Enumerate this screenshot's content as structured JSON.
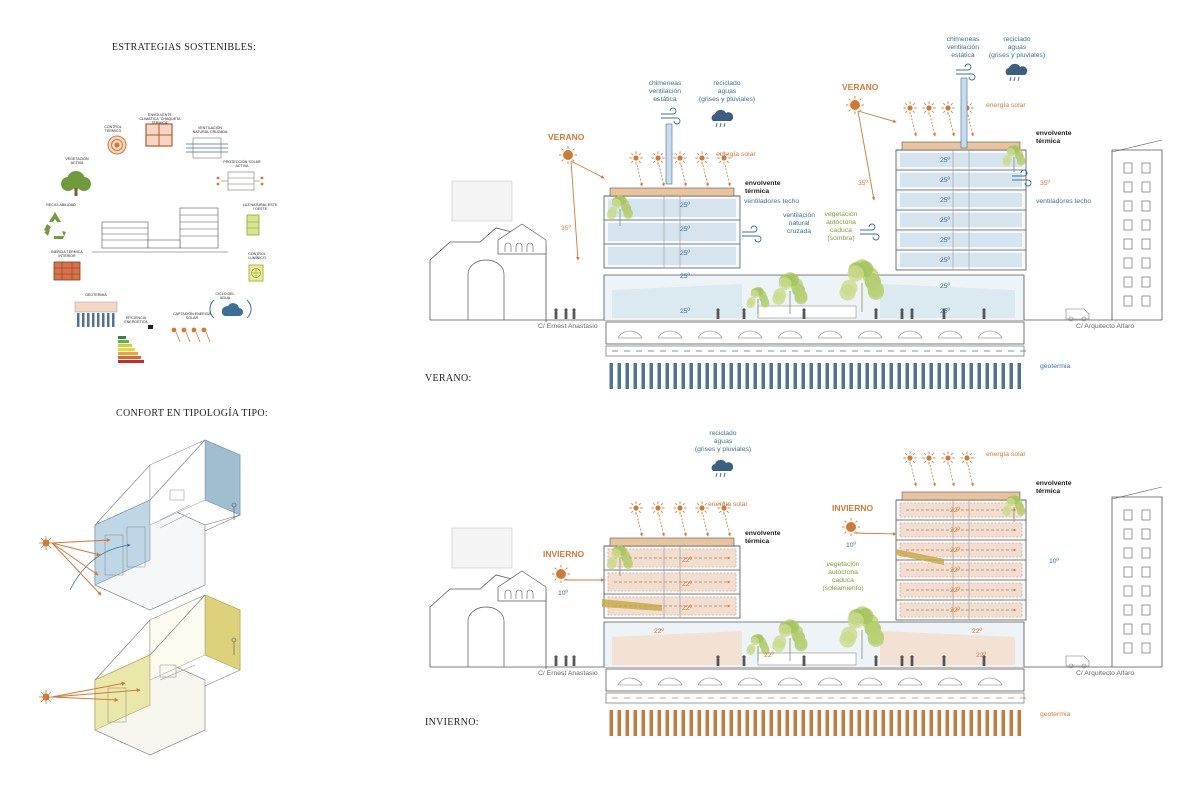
{
  "left": {
    "strategies_title": "ESTRATEGIAS SOSTENIBLES:",
    "comfort_title": "CONFORT EN TIPOLOGÍA TIPO:",
    "wheel": {
      "control_termico": "CONTROL TÉRMICO",
      "envolvente": "ENVOLVENTE CLIMÁTICA \"CHAQUETA TÉRMICA\"",
      "ventilacion": "VENTILACIÓN NATURAL CRUZADA",
      "proteccion": "PROTECCIÓN SOLAR ACTIVA",
      "luz": "LUZ NATURAL ESTE / OESTE",
      "control_lumnico": "CONTROL LUMÍNICO",
      "ciclo": "CICLO DEL AGUA",
      "captacion": "CAPTACIÓN ENERGÍA SOLAR",
      "eficiencia": "EFICIENCIA ENERGÉTICA",
      "geotermia": "GEOTERMIA",
      "inercia": "INERCIA TÉRMICA INTERIOR",
      "reciclabilidad": "RECICLABILIDAD",
      "vegetacion": "VEGETACIÓN ACTIVA"
    }
  },
  "summer": {
    "caption": "VERANO:",
    "season_left": "VERANO",
    "season_right": "VERANO",
    "chimneys_left": [
      "chimeneas",
      "ventilación",
      "estática"
    ],
    "water_left": [
      "reciclado",
      "aguas",
      "(grises y pluviales)"
    ],
    "chimneys_right": [
      "chimeneas",
      "ventilación",
      "estática"
    ],
    "water_right": [
      "reciclado",
      "aguas",
      "(grises y pluviales)"
    ],
    "solar_left": "energía solar",
    "solar_right": "energía solar",
    "envelope_left": [
      "envolvente",
      "térmica"
    ],
    "envelope_right": [
      "envolvente",
      "térmica"
    ],
    "fans_left": "ventiladores techo",
    "fans_right": "ventiladores techo",
    "cross_vent": [
      "ventilación",
      "natural",
      "cruzada"
    ],
    "vegetation": [
      "vegetación",
      "autóctona",
      "caduca",
      "(sombra)"
    ],
    "temp_out_left": "35º",
    "temp_out_right1": "35º",
    "temp_out_right2": "35º",
    "temp_in": "25º",
    "street_left": "C/ Ernest Anastasio",
    "street_right": "C/ Arquitecto Alfaro",
    "geo": "geotermia"
  },
  "winter": {
    "caption": "INVIERNO:",
    "season_left": "INVIERNO",
    "season_right": "INVIERNO",
    "water": [
      "reciclado",
      "aguas",
      "(grises y pluviales)"
    ],
    "solar_left": "energía solar",
    "solar_right": "energía solar",
    "envelope_left": [
      "envolvente",
      "térmica"
    ],
    "envelope_right": [
      "envolvente",
      "térmica"
    ],
    "vegetation": [
      "vegetación",
      "autóctona",
      "caduca",
      "(soleamiento)"
    ],
    "temp_out_left": "10º",
    "temp_out_right1": "10º",
    "temp_out_right2": "10º",
    "temp_in": "22º",
    "street_left": "C/ Ernest Anastasio",
    "street_right": "C/ Arquitecto Alfaro",
    "geo": "geotermia"
  },
  "colors": {
    "blue": "#3a6f97",
    "orange": "#d07a36",
    "green": "#7f9c36",
    "glass": "#c9dceb",
    "winter_fill": "#f0d6c4"
  }
}
